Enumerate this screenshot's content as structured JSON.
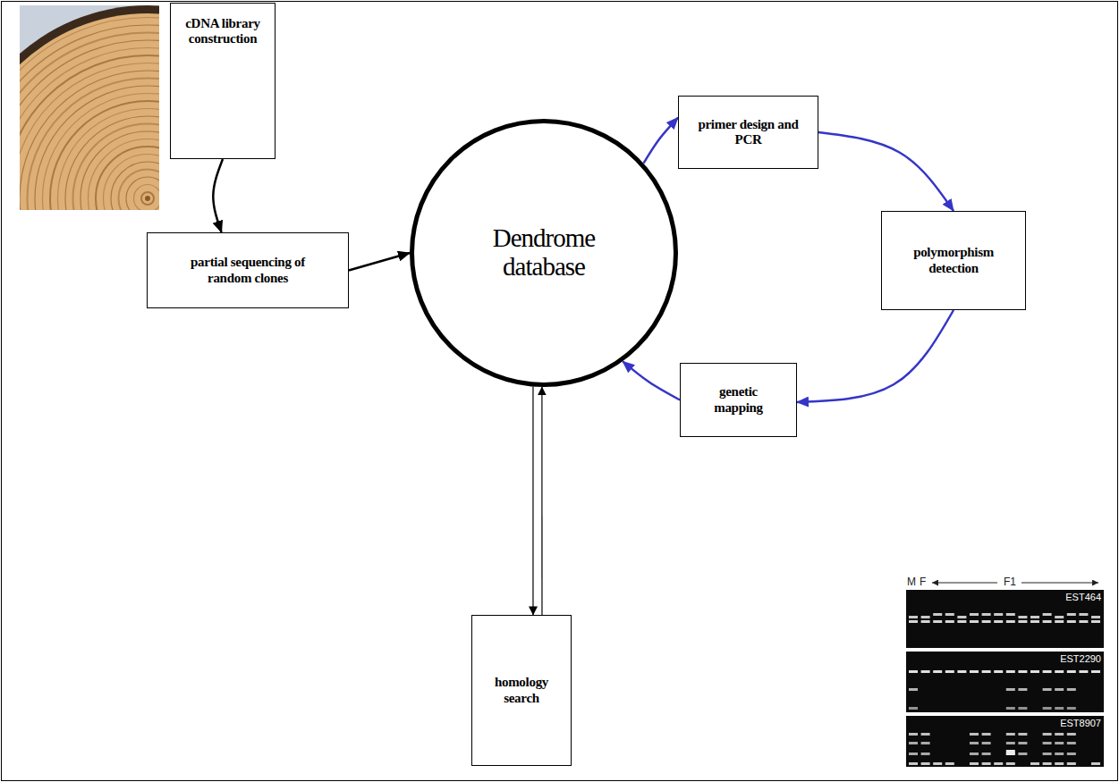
{
  "diagram": {
    "nodes": [
      {
        "text": [
          "cDNA library construction"
        ]
      },
      {
        "text": [
          "partial sequencing of random clones"
        ]
      },
      {
        "text": [
          "Dendrome database"
        ]
      },
      {
        "text": [
          "primer design and PCR"
        ]
      },
      {
        "text": [
          "polymorphism detection"
        ]
      },
      {
        "text": [
          "genetic mapping"
        ]
      },
      {
        "text": [
          "homology search"
        ]
      }
    ],
    "edges": [
      {
        "from": 0,
        "to": 1,
        "arrow": "to"
      },
      {
        "from": 1,
        "to": 2,
        "arrow": "to"
      },
      {
        "from": 2,
        "to": 3,
        "arrow": "to"
      },
      {
        "from": 3,
        "to": 4,
        "arrow": "to"
      },
      {
        "from": 4,
        "to": 5,
        "arrow": "to"
      },
      {
        "from": 5,
        "to": 2,
        "arrow": "to"
      },
      {
        "from": 2,
        "to": 6,
        "arrow": "to"
      },
      {
        "from": 6,
        "to": 2,
        "arrow": "to"
      }
    ],
    "labels": [
      "M",
      "F",
      "F1",
      "EST464",
      "EST2290",
      "EST8907"
    ]
  }
}
